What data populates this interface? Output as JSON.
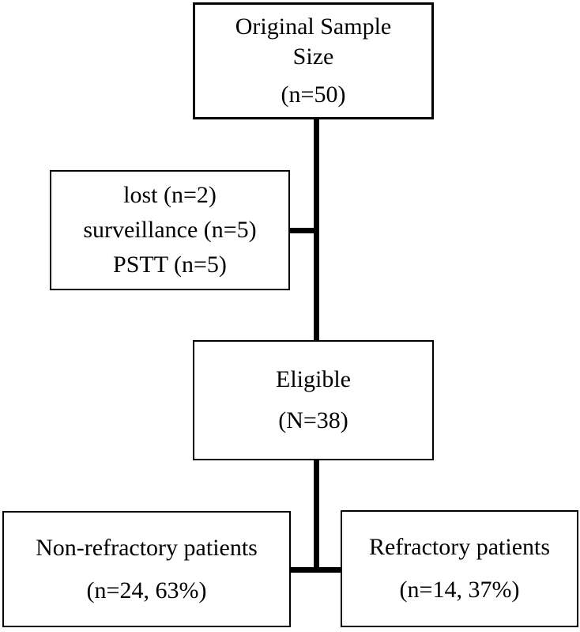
{
  "diagram": {
    "type": "flowchart",
    "colors": {
      "background": "#ffffff",
      "line_and_text": "#000000"
    },
    "nodes": {
      "original_sample": {
        "lines": [
          "Original Sample",
          "Size",
          "(n=50)"
        ]
      },
      "excluded": {
        "lines": [
          "lost (n=2)",
          "surveillance (n=5)",
          "PSTT (n=5)"
        ]
      },
      "eligible": {
        "lines": [
          "Eligible",
          "(N=38)"
        ]
      },
      "non_refractory": {
        "lines": [
          "Non-refractory patients",
          "(n=24, 63%)"
        ]
      },
      "refractory": {
        "lines": [
          "Refractory patients",
          "(n=14, 37%)"
        ]
      }
    }
  }
}
